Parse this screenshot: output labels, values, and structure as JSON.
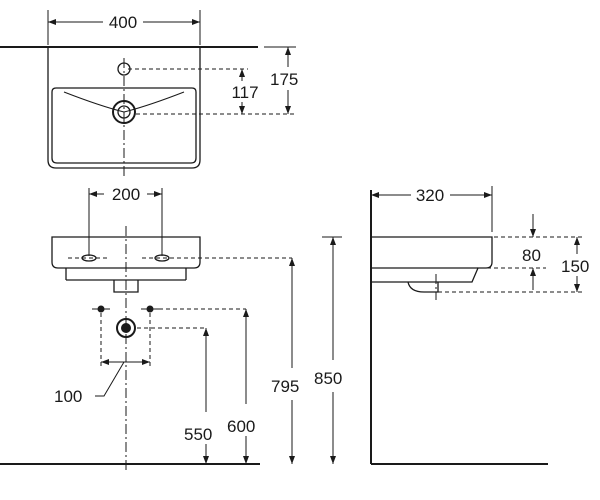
{
  "front_view": {
    "basin_width": "400",
    "tap_hole_height": "175",
    "waste_offset": "117"
  },
  "elevation_view": {
    "fixing_centres": "200",
    "waste_pipe_spacing": "100",
    "waste_height": "550",
    "supply_height": "600",
    "fixing_height": "795",
    "basin_top_height": "850"
  },
  "side_view": {
    "projection": "320",
    "bowl_depth": "80",
    "overall_depth": "150"
  }
}
